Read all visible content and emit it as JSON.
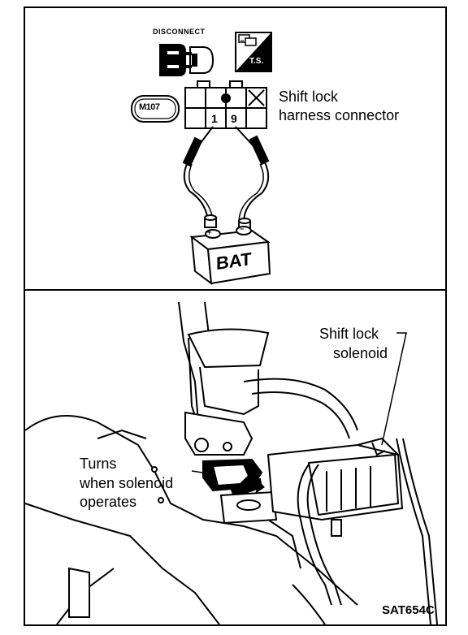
{
  "diagram": {
    "top_panel": {
      "disconnect_label": "DISCONNECT",
      "ts_label": "T.S.",
      "connector_id": "M107",
      "pin_left": "1",
      "pin_right": "9",
      "connector_label_line1": "Shift lock",
      "connector_label_line2": "harness connector",
      "battery_label": "BAT",
      "battery_plus": "+",
      "battery_minus": "−"
    },
    "bottom_panel": {
      "solenoid_label_line1": "Shift lock",
      "solenoid_label_line2": "solenoid",
      "turns_label_line1": "Turns",
      "turns_label_line2": "when solenoid",
      "turns_label_line3": "operates"
    },
    "figure_code": "SAT654C"
  }
}
